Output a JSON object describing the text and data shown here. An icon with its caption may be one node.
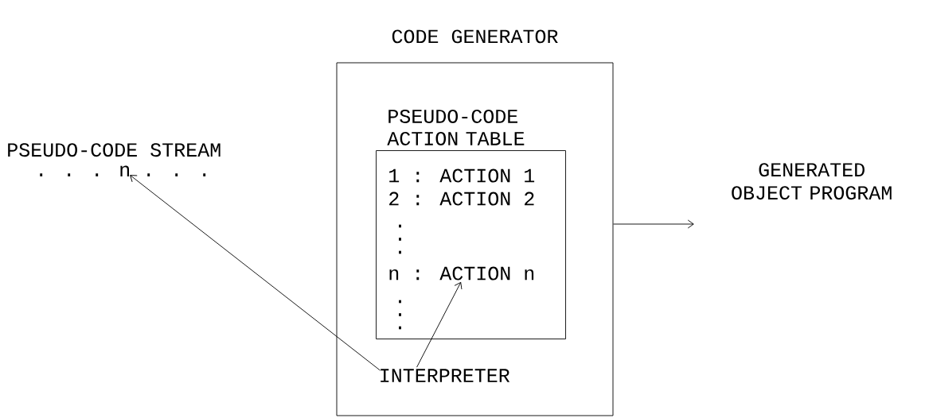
{
  "diagram": {
    "nodes": [
      {
        "text": [
          "CODE GENERATOR"
        ]
      },
      {
        "text": [
          "PSEUDO-CODE ACTION TABLE"
        ],
        "in": 0
      },
      {
        "text": [
          "1 : ACTION 1"
        ],
        "in": 1
      },
      {
        "text": [
          "2 : ACTION 2"
        ],
        "in": 1
      },
      {
        "text": [
          "n : ACTION n"
        ],
        "in": 1
      },
      {
        "text": [
          "INTERPRETER"
        ],
        "in": 0
      },
      {
        "text": [
          "PSEUDO-CODE STREAM",
          ". . . n . . ."
        ]
      },
      {
        "text": [
          "GENERATED OBJECT PROGRAM"
        ]
      }
    ],
    "edges": [
      {
        "from": 5,
        "to": 6,
        "arrow": "to"
      },
      {
        "from": 5,
        "to": 4,
        "arrow": "to"
      },
      {
        "from": 0,
        "to": 7,
        "arrow": "to"
      }
    ],
    "labels": [
      ". . .",
      ". . ."
    ]
  }
}
